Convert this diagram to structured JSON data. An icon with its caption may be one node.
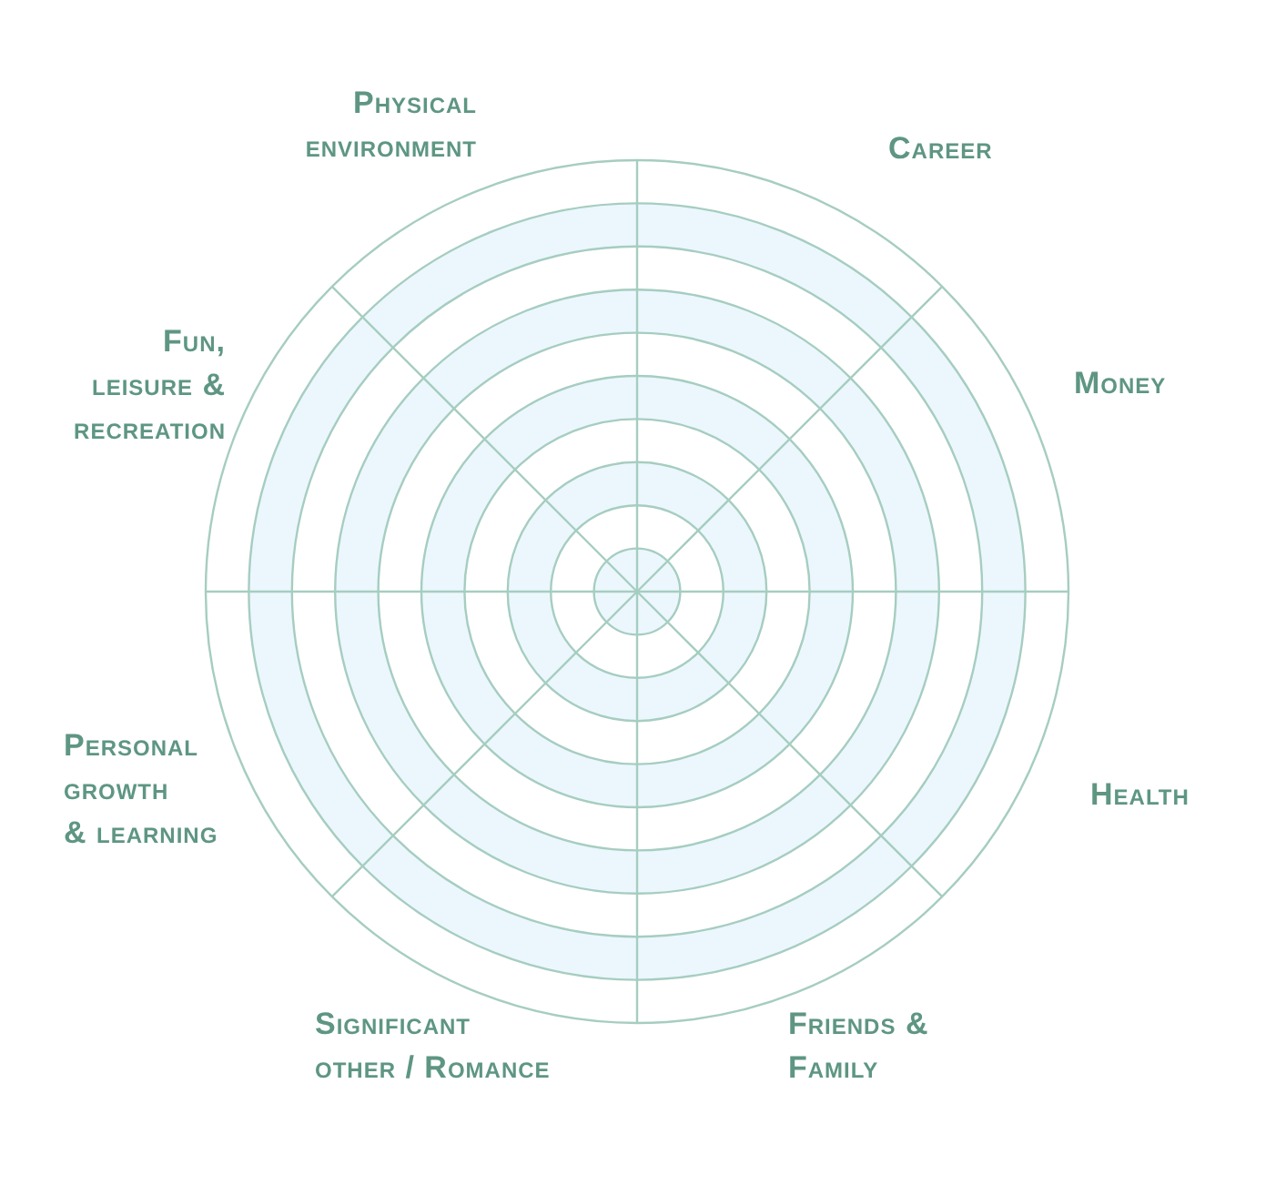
{
  "diagram": {
    "labels": [
      "Physical environment",
      "Career",
      "Fun, leisure & recreation",
      "Money",
      "Personal growth & learning",
      "Health",
      "Significant other / Romance",
      "Friends & Family"
    ]
  }
}
